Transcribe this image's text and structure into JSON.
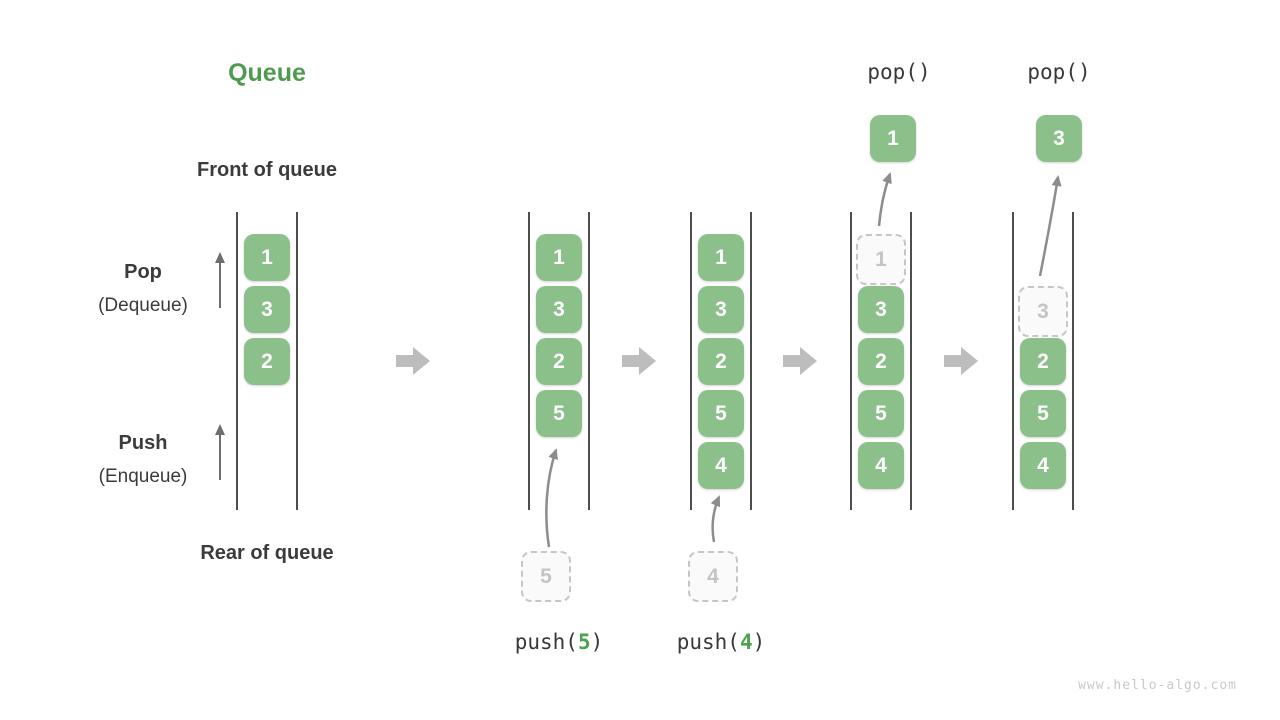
{
  "title": "Queue",
  "side_labels": {
    "front_of_queue": "Front of queue",
    "rear_of_queue": "Rear of queue",
    "pop": "Pop",
    "pop_sub": "(Dequeue)",
    "push": "Push",
    "push_sub": "(Enqueue)"
  },
  "columns": [
    {
      "boxes": [
        "1",
        "3",
        "2"
      ]
    },
    {
      "boxes": [
        "1",
        "3",
        "2",
        "5"
      ],
      "incoming_value": "5",
      "op": {
        "pre": "push(",
        "arg": "5",
        "post": ")"
      }
    },
    {
      "boxes": [
        "1",
        "3",
        "2",
        "5",
        "4"
      ],
      "incoming_value": "4",
      "op": {
        "pre": "push(",
        "arg": "4",
        "post": ")"
      }
    },
    {
      "ghost_value": "1",
      "boxes": [
        "3",
        "2",
        "5",
        "4"
      ],
      "popped_value": "1",
      "op_label": "pop()"
    },
    {
      "ghost_value": "3",
      "boxes": [
        "2",
        "5",
        "4"
      ],
      "popped_value": "3",
      "op_label": "pop()"
    }
  ],
  "watermark": "www.hello-algo.com",
  "colors": {
    "box_green": "#8cc08a",
    "accent_green": "#4e9b50",
    "flow_arrow_gray": "#bdbdbd",
    "ghost_gray": "#c6c6c6",
    "rail_dark": "#4d4d4d",
    "text_dark": "#3b3b3b"
  }
}
